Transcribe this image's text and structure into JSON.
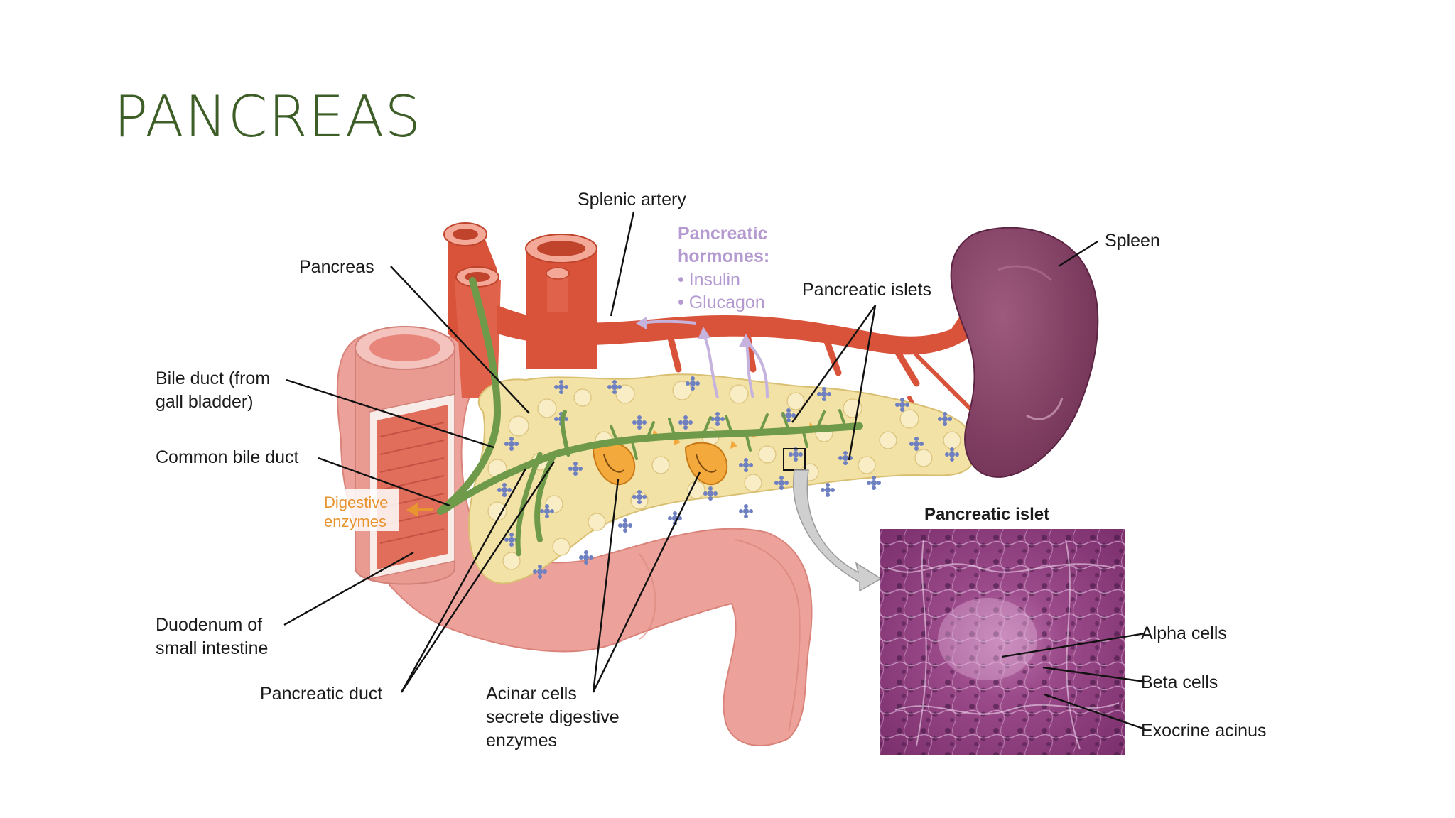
{
  "slide": {
    "title": "PANCREAS"
  },
  "labels": {
    "splenic_artery": "Splenic artery",
    "pancreas": "Pancreas",
    "bile_duct_1": "Bile duct (from",
    "bile_duct_2": "gall bladder)",
    "common_bile_duct": "Common bile duct",
    "digestive_enzymes_1": "Digestive",
    "digestive_enzymes_2": "enzymes",
    "duodenum_1": "Duodenum of",
    "duodenum_2": "small intestine",
    "pancreatic_duct": "Pancreatic duct",
    "acinar_1": "Acinar cells",
    "acinar_2": "secrete digestive",
    "acinar_3": "enzymes",
    "hormones_title_1": "Pancreatic",
    "hormones_title_2": "hormones:",
    "hormone_insulin": "• Insulin",
    "hormone_glucagon": "• Glucagon",
    "pancreatic_islets": "Pancreatic islets",
    "spleen": "Spleen",
    "pancreatic_islet": "Pancreatic islet",
    "alpha_cells": "Alpha cells",
    "beta_cells": "Beta cells",
    "exocrine_acinus": "Exocrine acinus"
  },
  "colors": {
    "title": "#3d5e26",
    "artery": "#d9533a",
    "spleen": "#8a4468",
    "pancreas": "#f3e2a6",
    "duct": "#6f9a4a",
    "duodenum": "#eca29a",
    "hormone_text": "#b49ad0",
    "enzyme_text": "#e8942f",
    "islet_cell": "#6f80c0",
    "micrograph": "#8e3f7f"
  }
}
